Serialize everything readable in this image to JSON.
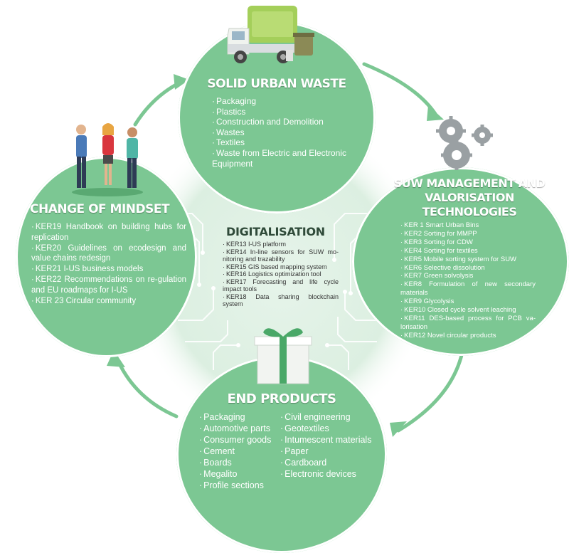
{
  "colors": {
    "bubble_green": "#7cc793",
    "ring_green": "#7cc793",
    "circuit_bg": "#dcefe1",
    "digital_text": "#2f4a39"
  },
  "icons": {
    "suw": "garbage-truck-icon",
    "mgmt": "gears-icon",
    "mindset": "people-icon",
    "end": "gift-box-icon"
  },
  "suw": {
    "title": "SOLID URBAN WASTE",
    "items": [
      "Packaging",
      "Plastics",
      "Construction and Demolition",
      "Wastes",
      "Textiles",
      "Waste from Electric and Electronic Equipment"
    ]
  },
  "mgmt": {
    "title": "SUW MANAGEMENT AND VALORISATION TECHNOLOGIES",
    "items": [
      "KER 1 Smart Urban Bins",
      "KER2 Sorting for MMPP",
      "KER3 Sorting  for CDW",
      "KER4 Sorting for textiles",
      "KER5 Mobile sorting system for SUW",
      "KER6 Selective dissolution",
      "KER7 Green solvolysis",
      "KER8 Formulation of new secondary materials",
      "KER9 Glycolysis",
      "KER10 Closed cycle solvent leaching",
      "KER11 DES-based process for PCB va-lorisation",
      "KER12 Novel circular products"
    ]
  },
  "mindset": {
    "title": "CHANGE OF MINDSET",
    "items": [
      "KER19 Handbook on building hubs for replication",
      "KER20 Guidelines on ecodesign and value chains redesign",
      "KER21 I-US business models",
      "KER22 Recommendations on re-gulation and EU roadmaps for I-US",
      "KER 23 Circular community"
    ]
  },
  "digital": {
    "title": "DIGITALISATION",
    "items": [
      "KER13 I-US platform",
      "KER14 In-line sensors for SUW mo-nitoring and trazability",
      "KER15 GIS based mapping system",
      "KER16 Logistics optimization tool",
      "KER17 Forecasting and life cycle impact tools",
      "KER18 Data sharing blockchain system"
    ]
  },
  "end": {
    "title": "END PRODUCTS",
    "col1": [
      "Packaging",
      "Automotive parts",
      "Consumer goods",
      "Cement",
      "Boards",
      "Megalito",
      "Profile sections"
    ],
    "col2": [
      "Civil engineering",
      "Geotextiles",
      "Intumescent materials",
      "Paper",
      "Cardboard",
      "Electronic devices"
    ]
  }
}
